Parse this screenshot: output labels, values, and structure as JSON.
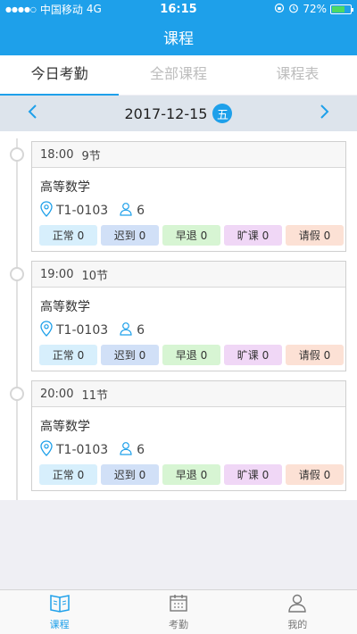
{
  "status_bar": {
    "signal": "●●●●○",
    "carrier": "中国移动",
    "network": "4G",
    "time": "16:15",
    "battery": "72%",
    "battery_level": 0.72
  },
  "nav": {
    "title": "课程"
  },
  "tabs": [
    {
      "label": "今日考勤",
      "active": true
    },
    {
      "label": "全部课程",
      "active": false
    },
    {
      "label": "课程表",
      "active": false
    }
  ],
  "date_bar": {
    "prev_icon": "chevron-left-icon",
    "next_icon": "chevron-right-icon",
    "date": "2017-12-15",
    "weekday": "五"
  },
  "sessions": [
    {
      "time": "18:00",
      "period": "9节",
      "course": "高等数学",
      "room": "T1-0103",
      "count": "6",
      "tags": [
        "正常 0",
        "迟到 0",
        "早退 0",
        "旷课 0",
        "请假 0"
      ]
    },
    {
      "time": "19:00",
      "period": "10节",
      "course": "高等数学",
      "room": "T1-0103",
      "count": "6",
      "tags": [
        "正常 0",
        "迟到 0",
        "早退 0",
        "旷课 0",
        "请假 0"
      ]
    },
    {
      "time": "20:00",
      "period": "11节",
      "course": "高等数学",
      "room": "T1-0103",
      "count": "6",
      "tags": [
        "正常 0",
        "迟到 0",
        "早退 0",
        "旷课 0",
        "请假 0"
      ]
    }
  ],
  "tab_bar": [
    {
      "label": "课程",
      "icon": "book-icon",
      "active": true
    },
    {
      "label": "考勤",
      "icon": "calendar-icon",
      "active": false
    },
    {
      "label": "我的",
      "icon": "user-icon",
      "active": false
    }
  ],
  "colors": {
    "accent": "#1ea0ea"
  }
}
